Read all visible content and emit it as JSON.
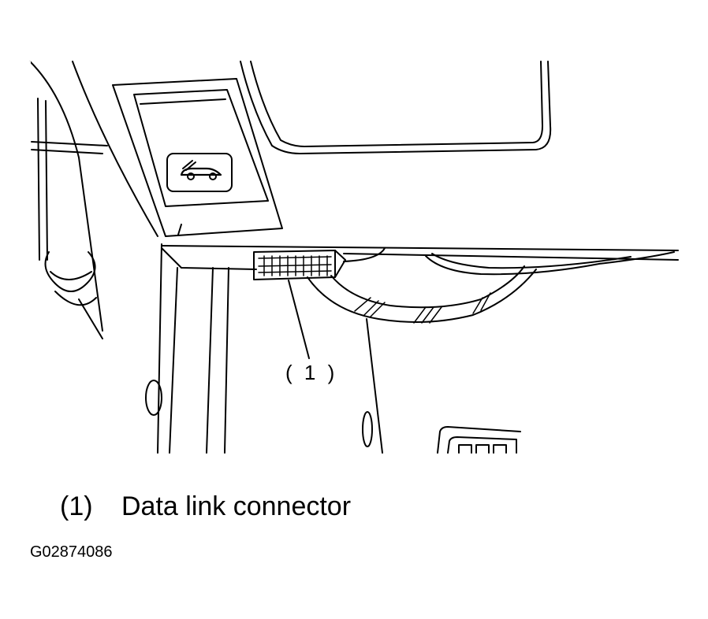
{
  "callout": {
    "label": "( 1 )"
  },
  "legend": {
    "items": [
      {
        "number": "(1)",
        "text": "Data link connector"
      }
    ]
  },
  "figure_id": "G02874086",
  "icons": {
    "hood_release": "car-hood-release-icon",
    "connector": "data-link-connector-icon"
  },
  "colors": {
    "line": "#000000",
    "background": "#ffffff"
  }
}
